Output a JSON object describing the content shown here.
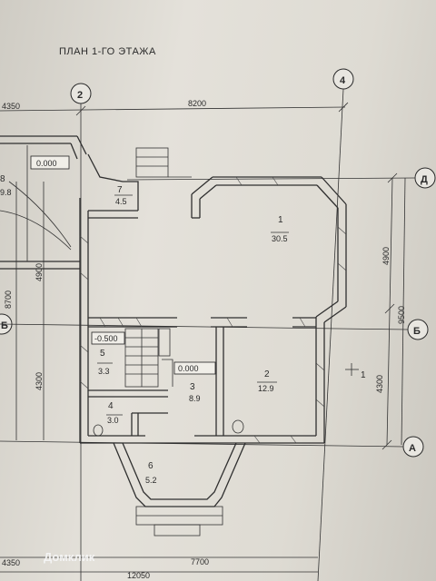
{
  "title": "ПЛАН 1-ГО ЭТАЖА",
  "axes": {
    "a2": "2",
    "a4": "4",
    "aD": "Д",
    "aB": "Б",
    "aA": "А",
    "aBleft": "Б"
  },
  "dimensions": {
    "top_left": "4350",
    "top_right": "8200",
    "right_4900": "4900",
    "right_9500": "9500",
    "right_4300": "4300",
    "left_8700": "8700",
    "left_4900": "4900",
    "left_4300": "4300",
    "bottom_4350": "4350",
    "bottom_7700": "7700",
    "bottom_12050": "12050"
  },
  "rooms": [
    {
      "num": "1",
      "area": "30.5"
    },
    {
      "num": "2",
      "area": "12.9"
    },
    {
      "num": "3",
      "area": "8.9"
    },
    {
      "num": "4",
      "area": "3.0"
    },
    {
      "num": "5",
      "area": "3.3"
    },
    {
      "num": "6",
      "area": "5.2"
    },
    {
      "num": "7",
      "area": "4.5"
    },
    {
      "num": "8",
      "area": "9.8"
    }
  ],
  "levels": {
    "lvl_left": "0.000",
    "lvl_stair": "-0.500",
    "lvl_hall": "0.000"
  },
  "section_mark": "1",
  "watermark": "Домклик"
}
